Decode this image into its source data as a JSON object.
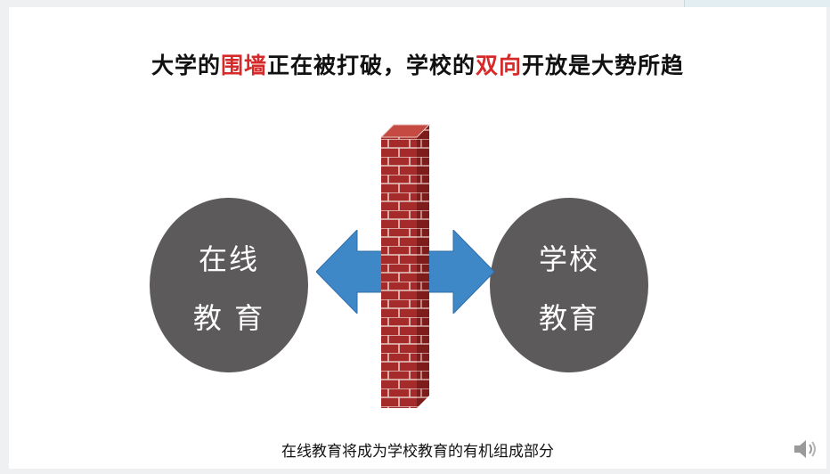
{
  "slide": {
    "title_segments": [
      "大学的",
      "围墙",
      "正在被打破，学校的",
      "双向",
      "开放是大势所趋"
    ],
    "left_circle": {
      "line1": "在线",
      "line2": "教 育"
    },
    "right_circle": {
      "line1": "学校",
      "line2": "教育"
    },
    "caption": "在线教育将成为学校教育的有机组成部分"
  },
  "colors": {
    "accent_red": "#d62a2a",
    "circle_gray": "#5d5a5b",
    "arrow_blue": "#3f88c8",
    "brick_red": "#a52a2a"
  },
  "icons": {
    "speaker": "speaker-icon"
  }
}
